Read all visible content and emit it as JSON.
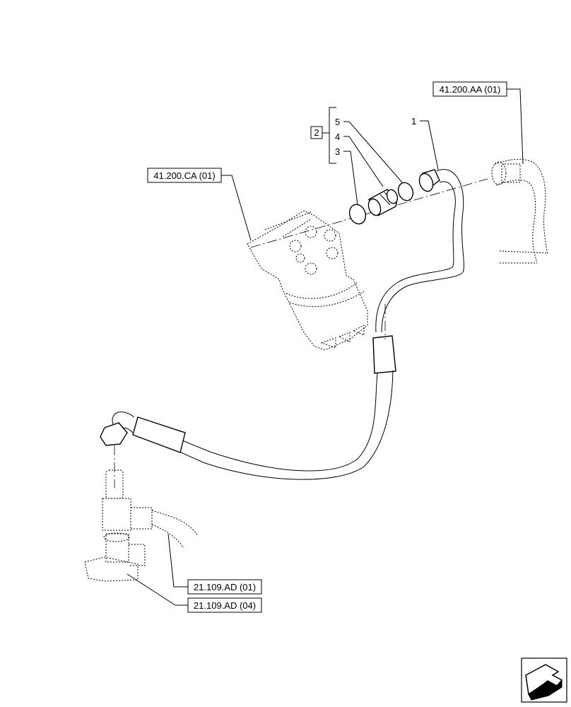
{
  "callouts": {
    "ref_41200AA": "41.200.AA (01)",
    "ref_41200CA": "41.200.CA (01)",
    "ref_21109AD_01": "21.109.AD (01)",
    "ref_21109AD_04": "21.109.AD (04)"
  },
  "items": {
    "item_1": "1",
    "item_2": "2",
    "item_3": "3",
    "item_4": "4",
    "item_5": "5"
  },
  "icons": {
    "nav": "arrow-navigation-icon"
  }
}
